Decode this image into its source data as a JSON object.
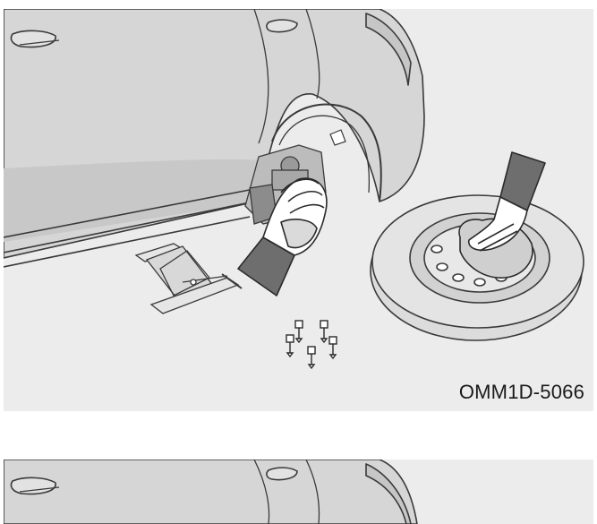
{
  "figure": {
    "code": "OMM1D-5066"
  },
  "colors": {
    "panel_bg": "#ececec",
    "car_body": "#d4d4d4",
    "car_shadow": "#c2c2c2",
    "outline": "#3a3a3a",
    "sleeve": "#6e6e6e",
    "tire": "#dcdcdc"
  },
  "icons": {
    "car": "car-body-illustration",
    "jack": "scissor-jack-illustration",
    "spare": "spare-tire-illustration",
    "hands": "gloved-hands-illustration",
    "nuts": "lug-nuts-illustration"
  }
}
